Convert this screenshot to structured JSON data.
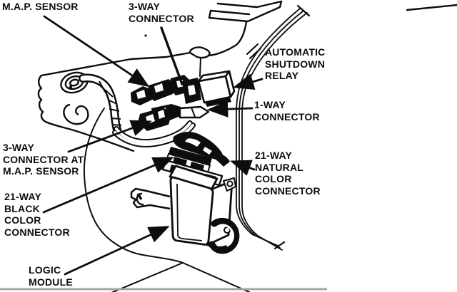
{
  "figure": {
    "type": "service-manual-line-drawing",
    "subject": "Engine controller wiring locations: M.A.P. sensor, harness connectors, automatic shutdown relay and logic module in cowl side / footwell area",
    "ink_color": "#0d0d0d",
    "background_color": "#ffffff",
    "baseline_color": "#a6a6a6"
  },
  "labels": {
    "map_sensor": {
      "text": "M.A.P. SENSOR"
    },
    "three_way_connector": {
      "text": "3-WAY\nCONNECTOR"
    },
    "automatic_shutdown_relay": {
      "text": "AUTOMATIC\nSHUTDOWN\nRELAY"
    },
    "one_way_connector": {
      "text": "1-WAY\nCONNECTOR"
    },
    "three_way_connector_at_map_sensor": {
      "text": "3-WAY\nCONNECTOR AT\nM.A.P. SENSOR"
    },
    "twenty_one_way_natural": {
      "text": "21-WAY\nNATURAL\nCOLOR\nCONNECTOR"
    },
    "twenty_one_way_black": {
      "text": "21-WAY\nBLACK\nCOLOR\nCONNECTOR"
    },
    "logic_module": {
      "text": "LOGIC\nMODULE"
    }
  }
}
